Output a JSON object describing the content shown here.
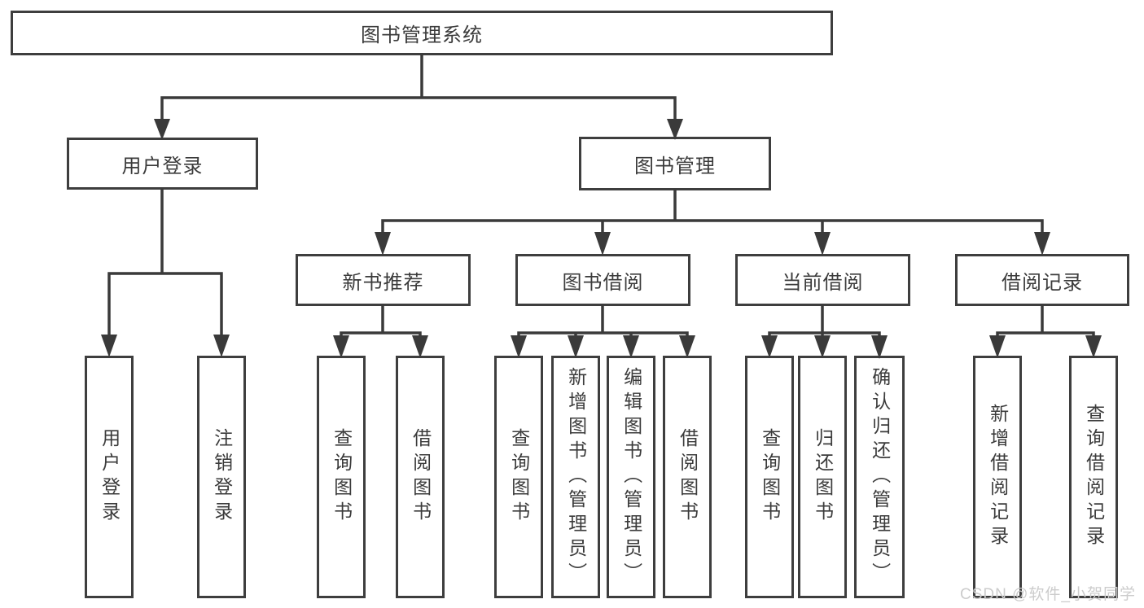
{
  "tree": {
    "root": {
      "label": "图书管理系统"
    },
    "branches": [
      {
        "label": "用户登录",
        "children": [
          {
            "label": "用户登录"
          },
          {
            "label": "注销登录"
          }
        ]
      },
      {
        "label": "图书管理",
        "children": [
          {
            "label": "新书推荐",
            "children": [
              {
                "label": "查询图书"
              },
              {
                "label": "借阅图书"
              }
            ]
          },
          {
            "label": "图书借阅",
            "children": [
              {
                "label": "查询图书"
              },
              {
                "label": "新增图书（管理员）"
              },
              {
                "label": "编辑图书（管理员）"
              },
              {
                "label": "借阅图书"
              }
            ]
          },
          {
            "label": "当前借阅",
            "children": [
              {
                "label": "查询图书"
              },
              {
                "label": "归还图书"
              },
              {
                "label": "确认归还（管理员）"
              }
            ]
          },
          {
            "label": "借阅记录",
            "children": [
              {
                "label": "新增借阅记录"
              },
              {
                "label": "查询借阅记录"
              }
            ]
          }
        ]
      }
    ]
  },
  "watermark": {
    "text": "CSDN @软件_小贺同学",
    "color": "#cccccc"
  },
  "colors": {
    "line": "#3a3a3a",
    "border": "#3e3e3e",
    "text": "#3b3b3b",
    "background": "#ffffff"
  }
}
